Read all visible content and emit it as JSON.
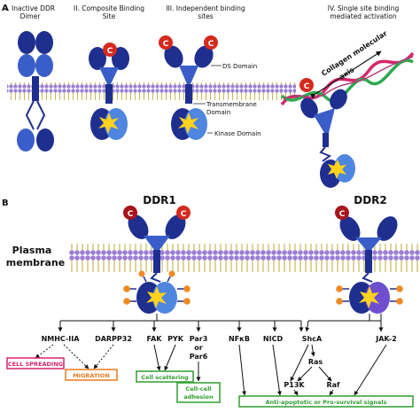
{
  "panel_a": {
    "letter": "A",
    "stage1": [
      "I. Inactive DDR",
      "Dimer"
    ],
    "stage2": [
      "II. Composite Binding",
      "Site"
    ],
    "stage3": [
      "III. Independent binding",
      "sites"
    ],
    "stage4": [
      "IV. Single site binding",
      "mediated activation"
    ],
    "collagen": [
      "Collagen molecular",
      "axis"
    ],
    "ds_domain": "DS Domain",
    "tm_domain": [
      "Transmembrane",
      "Domain"
    ],
    "kinase_domain": "Kinase Domain",
    "c_label": "C"
  },
  "panel_b": {
    "letter": "B",
    "ddr1": "DDR1",
    "ddr2": "DDR2",
    "plasma": [
      "Plasma",
      "membrane"
    ],
    "c_label": "C",
    "nodes": {
      "nmhc": "NMHC-IIA",
      "darpp": "DARPP32",
      "fak": "FAK",
      "pyk": "PYK",
      "par": [
        "Par3",
        "or",
        "Par6"
      ],
      "nfkb": "NFκB",
      "nicd": "NICD",
      "shca": "ShcA",
      "jak": "JAK-2",
      "ras": "Ras",
      "p13k": "P13K",
      "raf": "Raf"
    },
    "outcomes": {
      "spreading": "CELL SPREADING",
      "migration": "MIGRATION",
      "scattering": "Cell scattering",
      "adhesion": [
        "Cell-cell",
        "adhesion"
      ],
      "survival": "Anti-apoptotic or Pro-survival signals"
    }
  },
  "colors": {
    "dark_blue": "#1f2f8f",
    "mid_blue": "#3a5ec9",
    "light_blue": "#4f86e0",
    "membrane_head": "#9b7fd4",
    "membrane_tail": "#c9b75a",
    "collagen_red": "#d6256b",
    "collagen_green": "#2fa84f",
    "phospho_orange": "#f08a24",
    "star_yellow": "#ffd21e",
    "c_red": "#d62a1e",
    "red_box": "#d6256b",
    "orange_box": "#e87a1e",
    "green_box": "#2f9e2f"
  }
}
